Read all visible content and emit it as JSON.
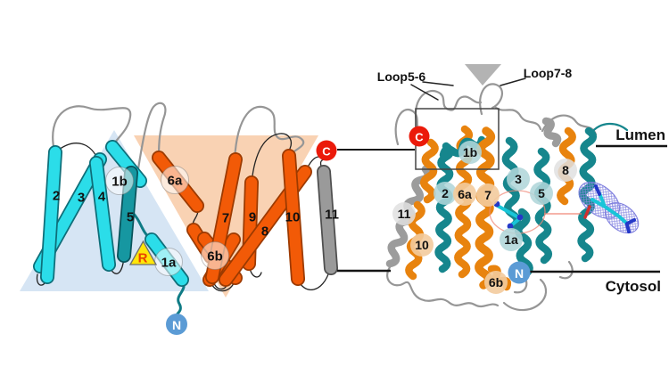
{
  "colors": {
    "cyan_helix": "#2BDDE9",
    "dark_teal_helix": "#1697A1",
    "orange_helix": "#F25A07",
    "gray_helix": "#9A9A9A",
    "ribbon_teal": "#16868D",
    "ribbon_orange": "#E8830E",
    "n_terminus_blue": "#5B9BD5",
    "c_terminus_red": "#EB1A0A",
    "r_site_yellow": "#FFE60A",
    "triangle_blue_bg": "#D0E1F2",
    "triangle_orange_bg": "#F8CEAD",
    "density_mesh_blue": "#8585E0",
    "pointer_salmon": "#F08878"
  },
  "left_panel": {
    "helix_numbers": [
      "2",
      "3",
      "4",
      "5",
      "7",
      "9",
      "8",
      "10",
      "11"
    ],
    "circled_labels": [
      "1b",
      "6a",
      "1a",
      "6b"
    ],
    "r_site": "R",
    "c_terminus": "C",
    "n_terminus": "N"
  },
  "right_panel": {
    "loop_annotations": [
      "Loop5-6",
      "Loop7-8"
    ],
    "helix_labels": [
      "1b",
      "2",
      "6a",
      "7",
      "3",
      "5",
      "8",
      "11",
      "10",
      "1a",
      "6b"
    ],
    "c_terminus": "C",
    "n_terminus": "N",
    "compartments": {
      "lumen": "Lumen",
      "cytosol": "Cytosol"
    }
  }
}
